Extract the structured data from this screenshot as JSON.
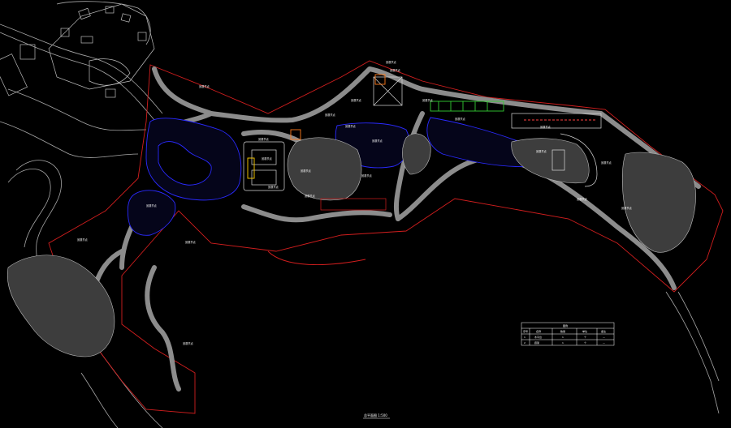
{
  "drawing": {
    "background": "#000000",
    "colors": {
      "boundary": "#d21e1e",
      "path": "#8c8c8c",
      "water": "#2a2aff",
      "linework": "#bfbfbf",
      "highlight_green": "#33cc33",
      "highlight_orange": "#ff7a1a",
      "text": "#ffffff"
    }
  },
  "plan_title": "总平面图 1:500",
  "labels": [
    "景观节点",
    "景观节点",
    "景观节点",
    "景观节点",
    "景观节点",
    "景观节点",
    "景观节点",
    "景观节点",
    "景观节点",
    "景观节点",
    "景观节点",
    "景观节点",
    "景观节点",
    "景观节点",
    "景观节点",
    "景观节点",
    "景观节点",
    "景观节点",
    "景观节点",
    "景观节点",
    "景观节点",
    "景观节点",
    "景观节点",
    "景观节点"
  ],
  "legend_table": {
    "header": "图例",
    "columns": [
      "序号",
      "名称",
      "数量",
      "单位",
      "备注"
    ],
    "rows": [
      [
        "1",
        "木平台",
        "1",
        "个",
        "—"
      ],
      [
        "2",
        "廊架",
        "1",
        "个",
        "—"
      ]
    ]
  }
}
